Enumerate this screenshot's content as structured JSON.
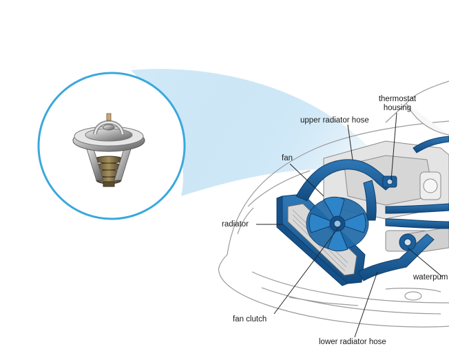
{
  "labels": {
    "thermostat_housing_line1": "thermostat",
    "thermostat_housing_line2": "housing",
    "upper_radiator_hose": "upper radiator hose",
    "fan": "fan",
    "radiator": "radiator",
    "waterpump": "waterpum",
    "fan_clutch": "fan clutch",
    "lower_radiator_hose": "lower radiator hose"
  },
  "icons": {
    "thermostat": "thermostat-part-icon",
    "engine": "engine-cutaway-icon"
  },
  "colors": {
    "coolant_blue": "#1d5f9a",
    "coolant_dark": "#0f3e6b",
    "circle_outline": "#3aa8dc",
    "beam_light": "#bfe0f4"
  }
}
